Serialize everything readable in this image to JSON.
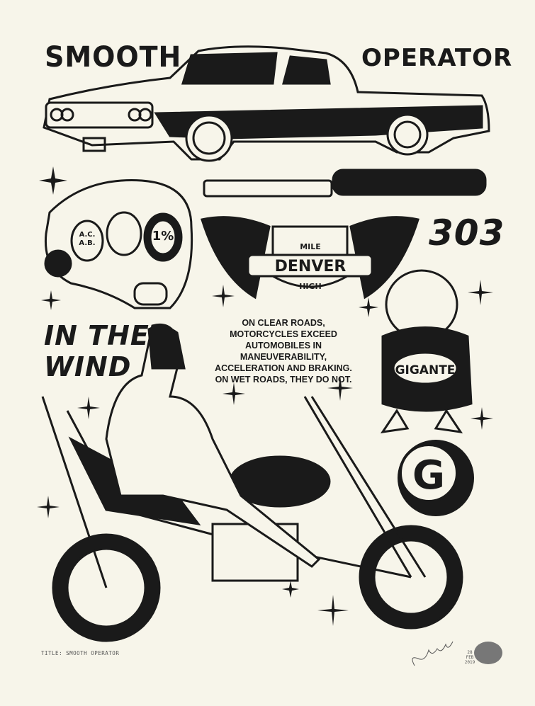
{
  "artwork": {
    "headline_left": "SMOOTH",
    "headline_right": "OPERATOR",
    "number": "303",
    "in_the_wind": [
      "IN THE",
      "WIND"
    ],
    "quote": "ON CLEAR ROADS, MOTORCYCLES EXCEED AUTOMOBILES IN MANEUVERABILITY, ACCELERATION AND BRAKING. ON WET ROADS, THEY DO NOT.",
    "badge": {
      "top": "MILE",
      "middle": "DENVER",
      "bottom": "HIGH"
    },
    "rings": [
      "A.C.\nA.B.",
      "1%"
    ],
    "mascot_label": "GIGANTE",
    "monogram": "G",
    "title_caption": "TITLE: SMOOTH OPERATOR",
    "date": [
      "28",
      "FEB",
      "2019"
    ]
  },
  "colors": {
    "paper": "#f7f5ea",
    "ink": "#1a1a1a"
  }
}
